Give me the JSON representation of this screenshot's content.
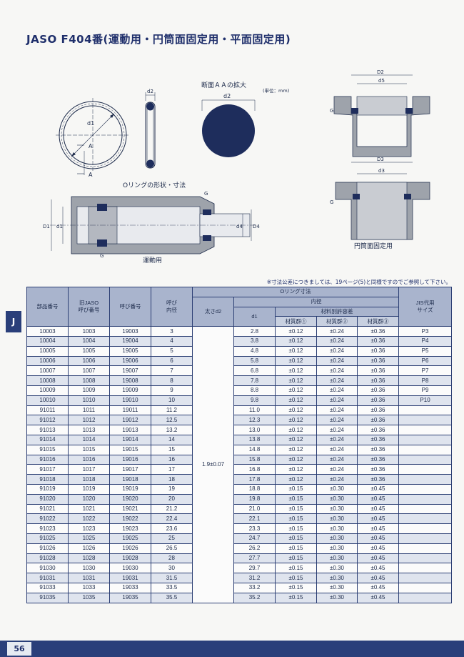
{
  "page": {
    "title": "JASO F404番(運動用・円筒面固定用・平面固定用)",
    "side_tab": "J",
    "page_number": "56",
    "note": "※寸法公差につきましては、19ページ(5)と同様ですのでご参照して下さい。"
  },
  "diagrams": {
    "section_title": "断面ＡＡの拡大",
    "unit_label": "(単位：mm)",
    "oring_caption": "Oリングの形状・寸法",
    "motion_caption": "運動用",
    "cylinder_caption": "円筒面固定用",
    "label_d1": "d1",
    "label_d2": "d2",
    "label_d3": "d3",
    "label_d4": "d4",
    "label_d5": "d5",
    "label_D1": "D1",
    "label_D2": "D2",
    "label_D3": "D3",
    "label_D4": "D4",
    "label_A": "A",
    "label_G": "G",
    "colors": {
      "navy": "#1f2f6b",
      "gray": "#9ea3ab",
      "dark_ring": "#1e2d5c"
    }
  },
  "table": {
    "headers": {
      "part_no": "部品番号",
      "old_jaso": "旧JASO\n呼び番号",
      "call_no": "呼び番号",
      "nominal_id": "呼び\n内径",
      "oring_dims": "Oリング寸法",
      "thickness": "太さd2",
      "inner_diameter": "内径",
      "d1": "d1",
      "tolerance_group": "材料別許容差",
      "mat1": "材質群①",
      "mat2": "材質群②",
      "mat3": "材質群③",
      "jis": "JIS代用\nサイズ"
    },
    "thickness_value": "1.9±0.07",
    "rows": [
      [
        "10003",
        "1003",
        "19003",
        "3",
        "2.8",
        "±0.12",
        "±0.24",
        "±0.36",
        "P3"
      ],
      [
        "10004",
        "1004",
        "19004",
        "4",
        "3.8",
        "±0.12",
        "±0.24",
        "±0.36",
        "P4"
      ],
      [
        "10005",
        "1005",
        "19005",
        "5",
        "4.8",
        "±0.12",
        "±0.24",
        "±0.36",
        "P5"
      ],
      [
        "10006",
        "1006",
        "19006",
        "6",
        "5.8",
        "±0.12",
        "±0.24",
        "±0.36",
        "P6"
      ],
      [
        "10007",
        "1007",
        "19007",
        "7",
        "6.8",
        "±0.12",
        "±0.24",
        "±0.36",
        "P7"
      ],
      [
        "10008",
        "1008",
        "19008",
        "8",
        "7.8",
        "±0.12",
        "±0.24",
        "±0.36",
        "P8"
      ],
      [
        "10009",
        "1009",
        "19009",
        "9",
        "8.8",
        "±0.12",
        "±0.24",
        "±0.36",
        "P9"
      ],
      [
        "10010",
        "1010",
        "19010",
        "10",
        "9.8",
        "±0.12",
        "±0.24",
        "±0.36",
        "P10"
      ],
      [
        "91011",
        "1011",
        "19011",
        "11.2",
        "11.0",
        "±0.12",
        "±0.24",
        "±0.36",
        ""
      ],
      [
        "91012",
        "1012",
        "19012",
        "12.5",
        "12.3",
        "±0.12",
        "±0.24",
        "±0.36",
        ""
      ],
      [
        "91013",
        "1013",
        "19013",
        "13.2",
        "13.0",
        "±0.12",
        "±0.24",
        "±0.36",
        ""
      ],
      [
        "91014",
        "1014",
        "19014",
        "14",
        "13.8",
        "±0.12",
        "±0.24",
        "±0.36",
        ""
      ],
      [
        "91015",
        "1015",
        "19015",
        "15",
        "14.8",
        "±0.12",
        "±0.24",
        "±0.36",
        ""
      ],
      [
        "91016",
        "1016",
        "19016",
        "16",
        "15.8",
        "±0.12",
        "±0.24",
        "±0.36",
        ""
      ],
      [
        "91017",
        "1017",
        "19017",
        "17",
        "16.8",
        "±0.12",
        "±0.24",
        "±0.36",
        ""
      ],
      [
        "91018",
        "1018",
        "19018",
        "18",
        "17.8",
        "±0.12",
        "±0.24",
        "±0.36",
        ""
      ],
      [
        "91019",
        "1019",
        "19019",
        "19",
        "18.8",
        "±0.15",
        "±0.30",
        "±0.45",
        ""
      ],
      [
        "91020",
        "1020",
        "19020",
        "20",
        "19.8",
        "±0.15",
        "±0.30",
        "±0.45",
        ""
      ],
      [
        "91021",
        "1021",
        "19021",
        "21.2",
        "21.0",
        "±0.15",
        "±0.30",
        "±0.45",
        ""
      ],
      [
        "91022",
        "1022",
        "19022",
        "22.4",
        "22.1",
        "±0.15",
        "±0.30",
        "±0.45",
        ""
      ],
      [
        "91023",
        "1023",
        "19023",
        "23.6",
        "23.3",
        "±0.15",
        "±0.30",
        "±0.45",
        ""
      ],
      [
        "91025",
        "1025",
        "19025",
        "25",
        "24.7",
        "±0.15",
        "±0.30",
        "±0.45",
        ""
      ],
      [
        "91026",
        "1026",
        "19026",
        "26.5",
        "26.2",
        "±0.15",
        "±0.30",
        "±0.45",
        ""
      ],
      [
        "91028",
        "1028",
        "19028",
        "28",
        "27.7",
        "±0.15",
        "±0.30",
        "±0.45",
        ""
      ],
      [
        "91030",
        "1030",
        "19030",
        "30",
        "29.7",
        "±0.15",
        "±0.30",
        "±0.45",
        ""
      ],
      [
        "91031",
        "1031",
        "19031",
        "31.5",
        "31.2",
        "±0.15",
        "±0.30",
        "±0.45",
        ""
      ],
      [
        "91033",
        "1033",
        "19033",
        "33.5",
        "33.2",
        "±0.15",
        "±0.30",
        "±0.45",
        ""
      ],
      [
        "91035",
        "1035",
        "19035",
        "35.5",
        "35.2",
        "±0.15",
        "±0.30",
        "±0.45",
        ""
      ]
    ]
  }
}
